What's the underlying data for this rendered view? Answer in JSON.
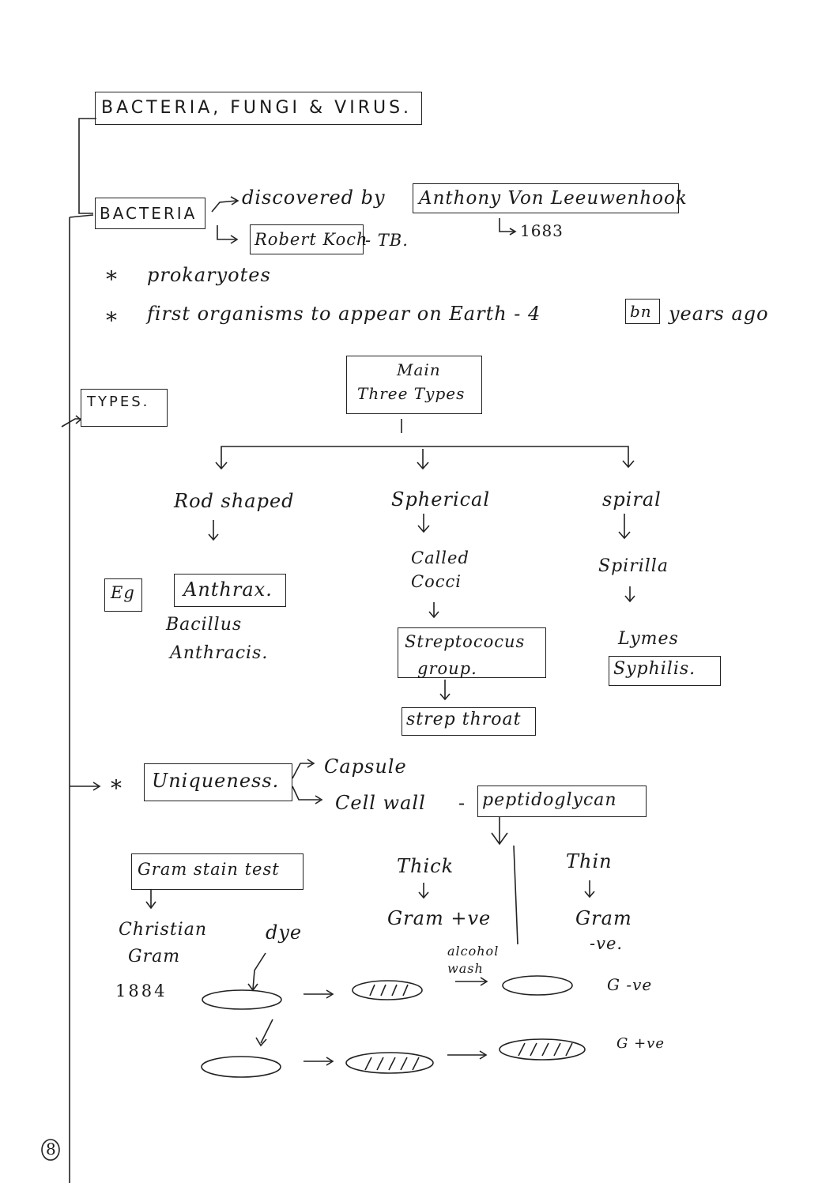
{
  "title": "BACTERIA, FUNGI & VIRUS.",
  "bacteria": {
    "label": "BACTERIA",
    "discovered": "discovered by",
    "discoverer": "Anthony Von Leeuwenhook",
    "year": "1683",
    "koch": "Robert Koch",
    "koch_note": "- TB.",
    "bullet": "*",
    "fact1": "prokaryotes",
    "fact2_pre": "first organisms to appear on Earth - 4",
    "fact2_box": "bn",
    "fact2_post": "years ago"
  },
  "types": {
    "label": "TYPES.",
    "main_line1": "Main",
    "main_line2": "Three Types",
    "rod": "Rod shaped",
    "spherical": "Spherical",
    "spiral": "spiral",
    "eg": "Eg",
    "anthrax": "Anthrax.",
    "bacillus1": "Bacillus",
    "bacillus2": "Anthracis.",
    "called1": "Called",
    "called2": "Cocci",
    "strep1": "Streptococus",
    "strep2": "group.",
    "strep_throat": "strep throat",
    "spirilla": "Spirilla",
    "lymes": "Lymes",
    "syphilis": "Syphilis."
  },
  "uniqueness": {
    "bullet": "*",
    "label": "Uniqueness.",
    "capsule": "Capsule",
    "cell_wall": "Cell wall",
    "dash": "-",
    "peptido": "peptidoglycan"
  },
  "gram": {
    "label": "Gram stain test",
    "thick": "Thick",
    "gram_pos": "Gram +ve",
    "thin": "Thin",
    "gram_neg1": "Gram",
    "gram_neg2": "-ve.",
    "christian1": "Christian",
    "christian2": "Gram",
    "year": "1884",
    "dye": "dye",
    "alcohol1": "alcohol",
    "alcohol2": "wash",
    "result_neg": "G -ve",
    "result_pos": "G +ve"
  },
  "page_number": "8"
}
